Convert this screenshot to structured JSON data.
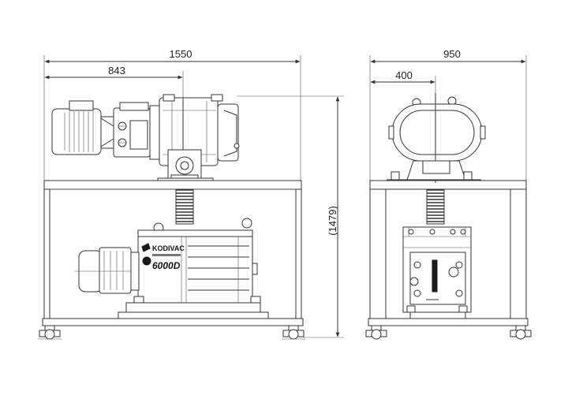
{
  "dimensions": {
    "front_total_width": "1550",
    "front_partial_width": "843",
    "side_total_width": "950",
    "side_partial_width": "400",
    "total_height": "(1479)"
  },
  "label": {
    "brand": "KODIVAC",
    "model": "6000D"
  }
}
